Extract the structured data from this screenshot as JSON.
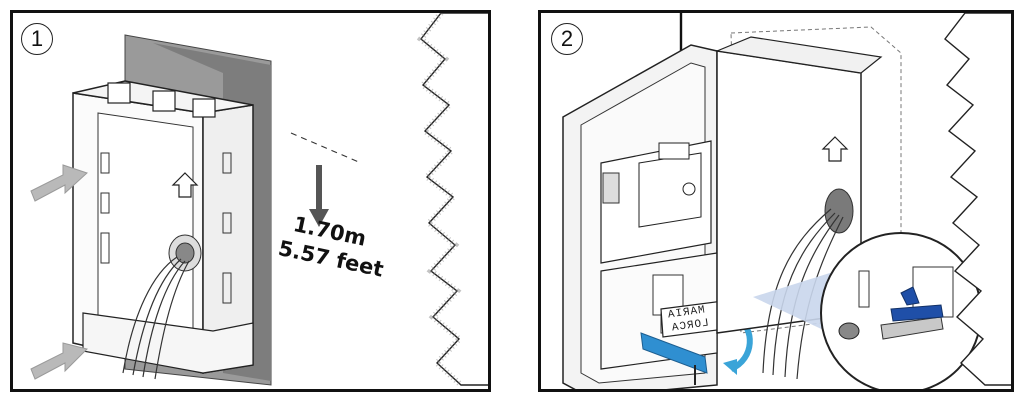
{
  "steps": [
    {
      "number": "1",
      "height_m": "1.70m",
      "height_ft": "5.57 feet"
    },
    {
      "number": "2",
      "nameplate_line1": "MARIA",
      "nameplate_line2": "LORCA"
    }
  ],
  "colors": {
    "border": "#111111",
    "wall_gray": "#8f8f8f",
    "arrow_gray": "#b4b4b4",
    "bracket_blue": "#2f8fd1",
    "callout_blue": "#1f4fa8"
  },
  "icons": [
    "push-arrow-icon",
    "down-arrow-icon",
    "rotate-arrow-icon",
    "up-arrow-icon",
    "wall-break-icon"
  ]
}
